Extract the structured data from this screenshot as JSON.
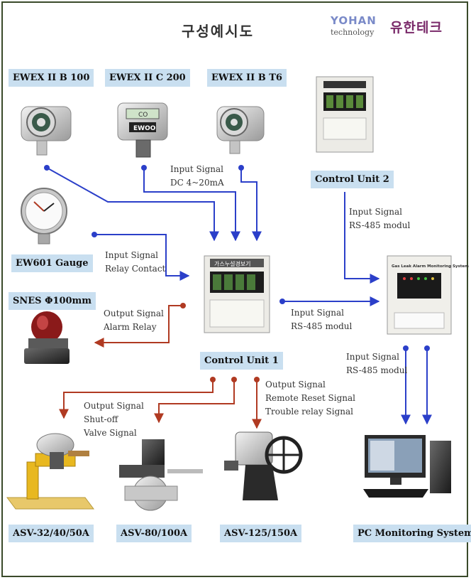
{
  "header": {
    "title": "구성예시도",
    "logo_text": "YOHAN",
    "logo_subtext": "technology",
    "logo_korean": "유한테크"
  },
  "devices": {
    "ewex_b100": "EWEX II B 100",
    "ewex_c200": "EWEX II C 200",
    "ewex_bt6": "EWEX II B T6",
    "control_unit_2": "Control Unit 2",
    "ew601": "EW601 Gauge",
    "snes": "SNES Φ100mm",
    "control_unit_1": "Control Unit 1",
    "asv_32": "ASV-32/40/50A",
    "asv_80": "ASV-80/100A",
    "asv_125": "ASV-125/150A",
    "pc": "PC Monitoring System"
  },
  "signals": {
    "detector_input": [
      "Input Signal",
      "DC 4~20mA"
    ],
    "cu2_input": [
      "Input Signal",
      "RS-485 modul"
    ],
    "gauge_input": [
      "Input Signal",
      "Relay Contact"
    ],
    "alarm_output": [
      "Output Signal",
      "Alarm Relay"
    ],
    "cu1_to_monitor": [
      "Input Signal",
      "RS-485 modul"
    ],
    "monitor_to_pc": [
      "Input Signal",
      "RS-485 modul"
    ],
    "valve_output": [
      "Output Signal",
      "Shut-off",
      "Valve Signal"
    ],
    "reset_output": [
      "Output Signal",
      "Remote Reset Signal",
      "Trouble relay Signal"
    ]
  },
  "panel_text": {
    "control_unit_title": "가스누설경보기",
    "monitor_title": "Gas Leak Alarm Monitoring System",
    "detector_code": "CO",
    "detector_brand": "EWOO"
  },
  "colors": {
    "input_line": "#2b3fc9",
    "output_line": "#b03a22",
    "label_bg": "#c9dff0"
  }
}
